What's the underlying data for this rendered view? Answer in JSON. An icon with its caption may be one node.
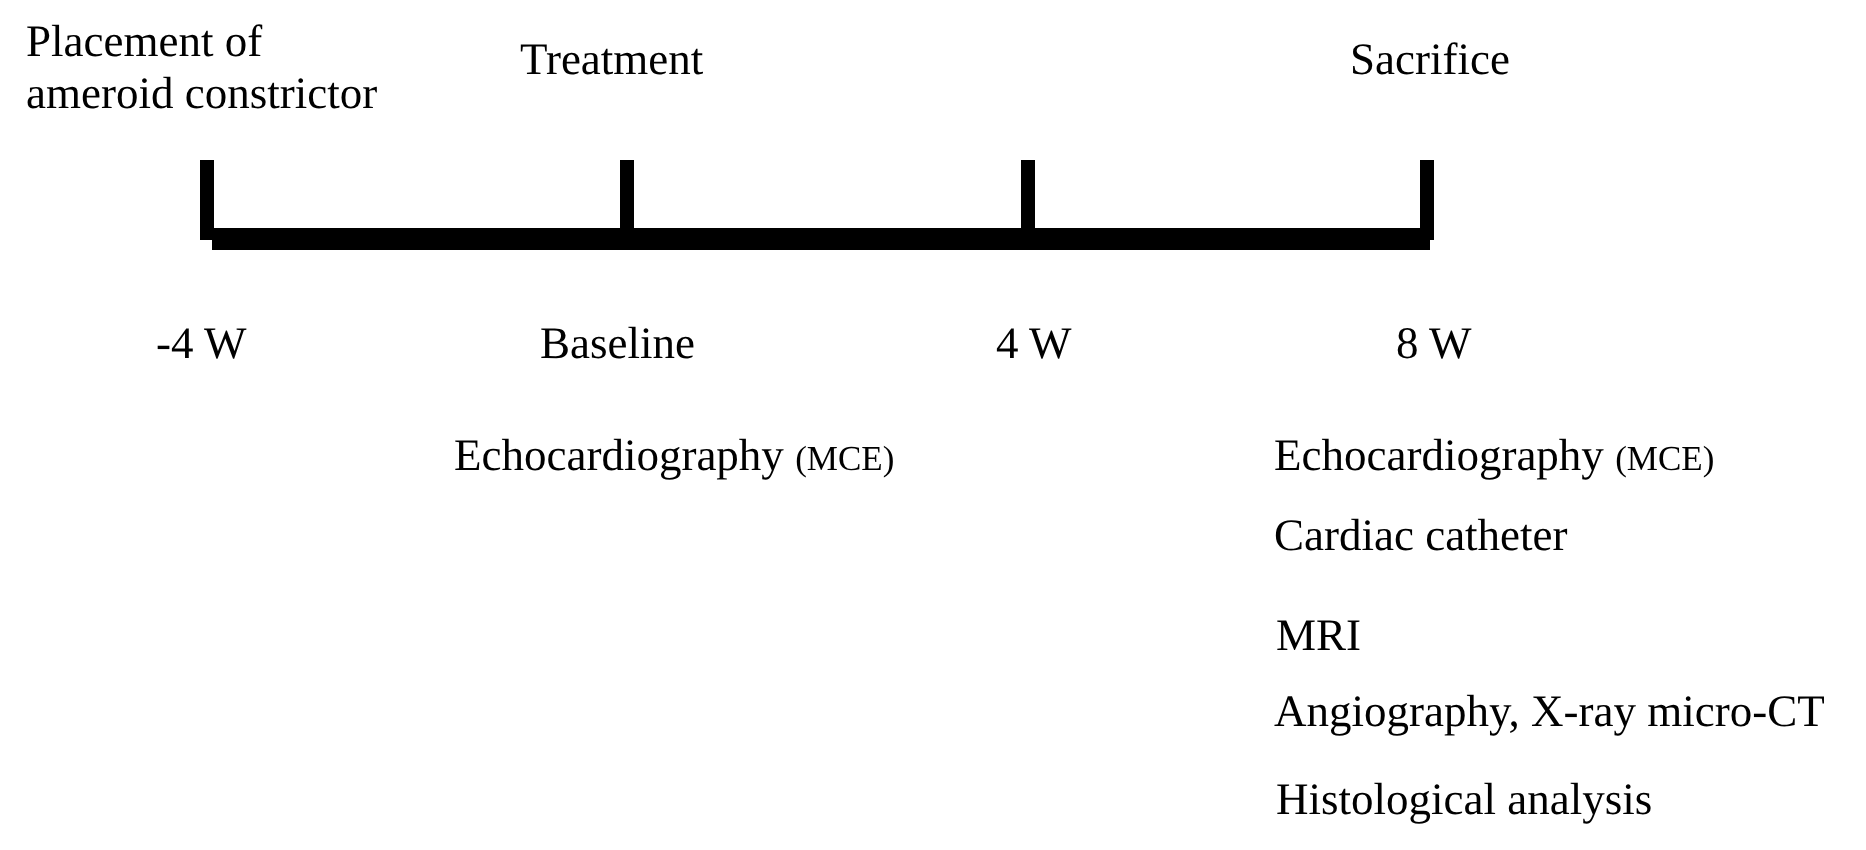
{
  "diagram": {
    "labels": [
      "Placement of ameroid constrictor",
      "Treatment",
      "Sacrifice",
      "-4 W",
      "Baseline",
      "4 W",
      "8 W",
      "Echocardiography (MCE)",
      "Echocardiography (MCE)",
      "Cardiac catheter",
      "MRI",
      "Angiography, X-ray micro-CT",
      "Histological analysis"
    ]
  }
}
